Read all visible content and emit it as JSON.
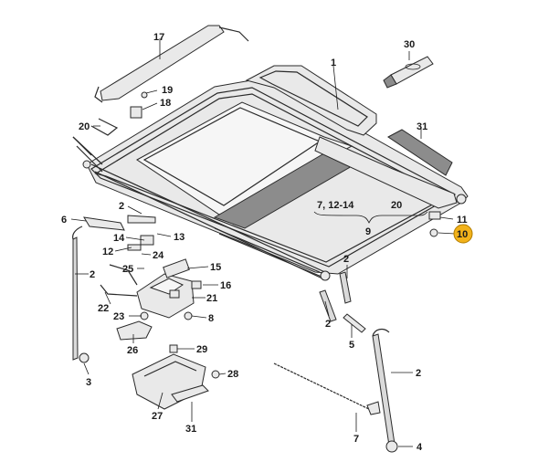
{
  "labels": {
    "p17": "17",
    "p30": "30",
    "p1": "1",
    "p19": "19",
    "p18": "18",
    "p20a": "20",
    "p31a": "31",
    "p2a": "2",
    "p6": "6",
    "p14": "14",
    "p13": "13",
    "p12": "12",
    "p24": "24",
    "p2b": "2",
    "p25": "25",
    "p15": "15",
    "p16": "16",
    "p22": "22",
    "p21": "21",
    "p8": "8",
    "p23": "23",
    "p26": "26",
    "p3": "3",
    "p29": "29",
    "p28": "28",
    "p27": "27",
    "p31b": "31",
    "p7": "7",
    "p2c": "2",
    "p2d": "2",
    "p5": "5",
    "p2e": "2",
    "p4": "4",
    "p11": "11",
    "p10": "10",
    "group_range": "7, 12-14",
    "group_20": "20",
    "group_9": "9"
  },
  "colors": {
    "highlight": "#f2b21a",
    "line": "#1a1a1a",
    "part_fill": "#e9e9e9",
    "panel_dark": "#8c8c8c"
  },
  "highlighted_part": "10"
}
